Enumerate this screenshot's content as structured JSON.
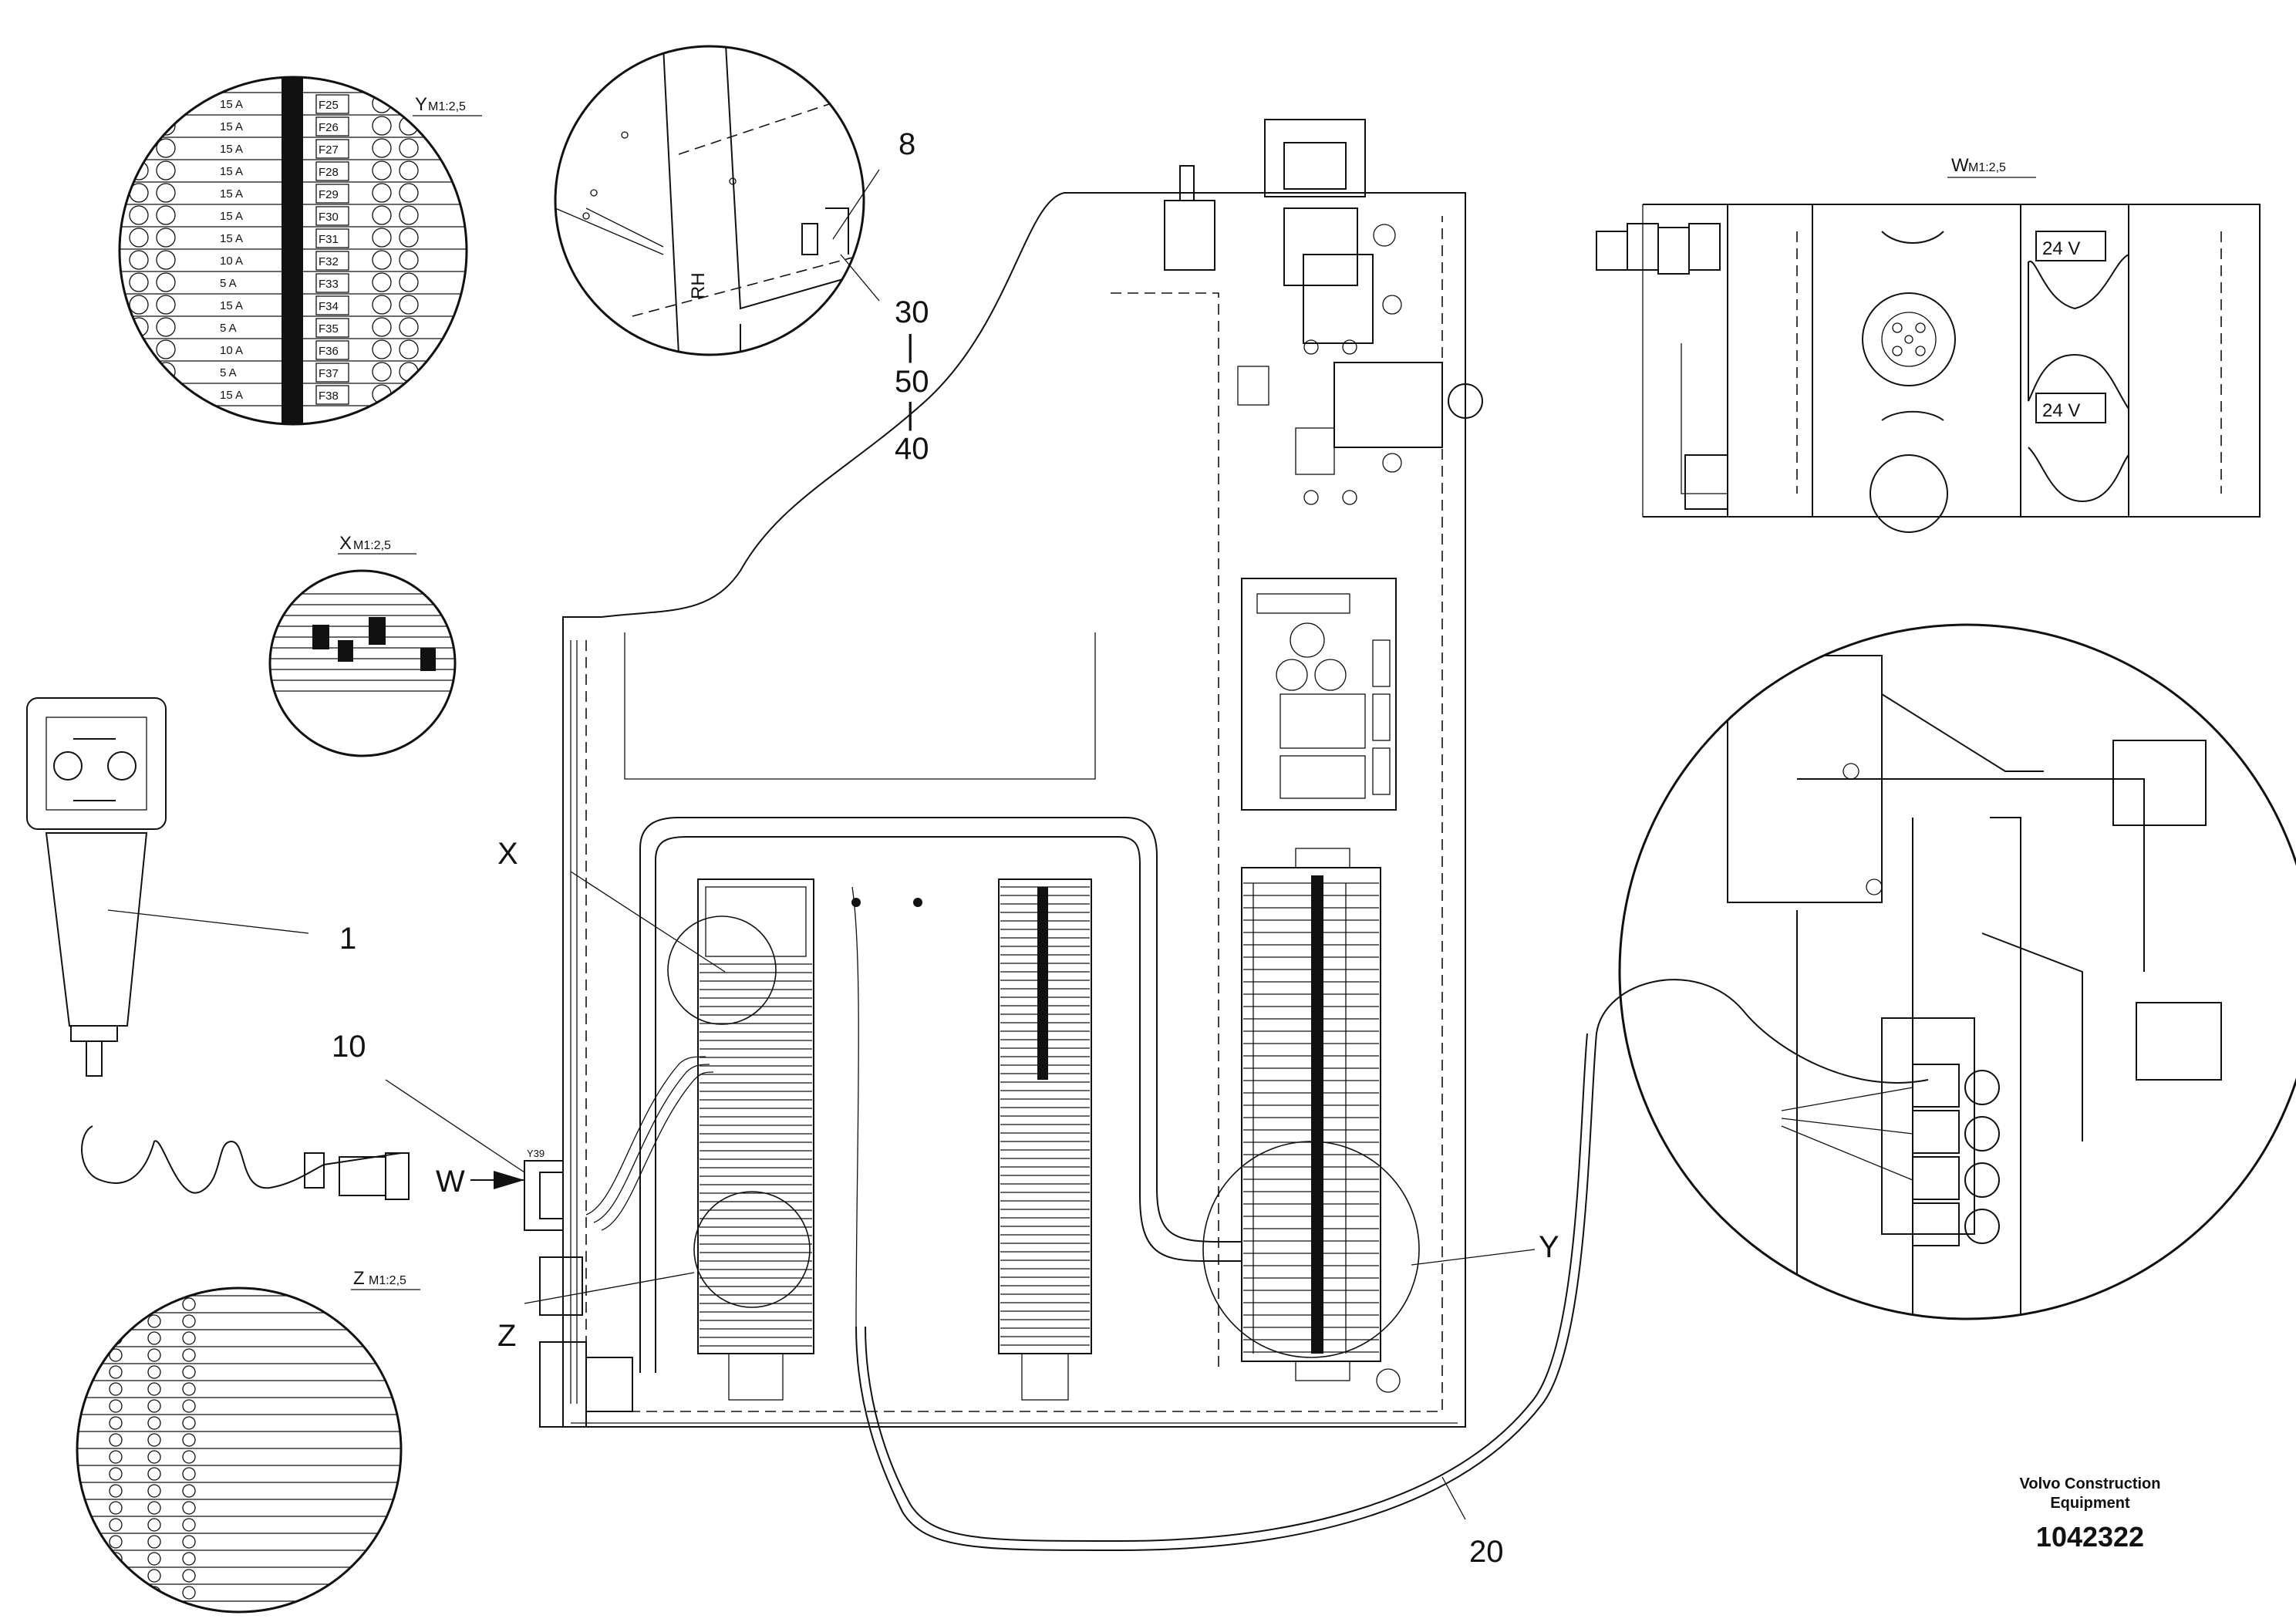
{
  "callouts": {
    "item_1": "1",
    "item_8": "8",
    "item_10": "10",
    "item_20": "20",
    "item_30": "30",
    "item_50": "50",
    "item_40": "40",
    "dash_1": "|",
    "dash_2": "|",
    "arrow_w": "W",
    "ref_x": "X",
    "ref_y": "Y",
    "ref_z": "Z"
  },
  "details": {
    "y": {
      "letter": "Y",
      "scale": "M1:2,5"
    },
    "x": {
      "letter": "X",
      "scale": "M1:2,5"
    },
    "z": {
      "letter": "Z",
      "scale": "M1:2,5"
    },
    "w": {
      "letter": "W",
      "scale": "M1:2,5"
    }
  },
  "detail_y_rows": [
    {
      "rating": "15 A",
      "fuse": "F25"
    },
    {
      "rating": "15 A",
      "fuse": "F26"
    },
    {
      "rating": "15 A",
      "fuse": "F27"
    },
    {
      "rating": "15 A",
      "fuse": "F28"
    },
    {
      "rating": "15 A",
      "fuse": "F29"
    },
    {
      "rating": "15 A",
      "fuse": "F30"
    },
    {
      "rating": "15 A",
      "fuse": "F31"
    },
    {
      "rating": "10 A",
      "fuse": "F32"
    },
    {
      "rating": "5 A",
      "fuse": "F33"
    },
    {
      "rating": "15 A",
      "fuse": "F34"
    },
    {
      "rating": "5 A",
      "fuse": "F35"
    },
    {
      "rating": "10 A",
      "fuse": "F36"
    },
    {
      "rating": "5 A",
      "fuse": "F37"
    },
    {
      "rating": "15 A",
      "fuse": "F38"
    }
  ],
  "voltage_labels": [
    "24 V",
    "24 V"
  ],
  "connector_label": "Y39",
  "bracket_label": "RH",
  "footer": {
    "brand_line1": "Volvo Construction",
    "brand_line2": "Equipment",
    "document_number": "1042322"
  },
  "colors": {
    "line": "#111111",
    "background": "#ffffff"
  }
}
